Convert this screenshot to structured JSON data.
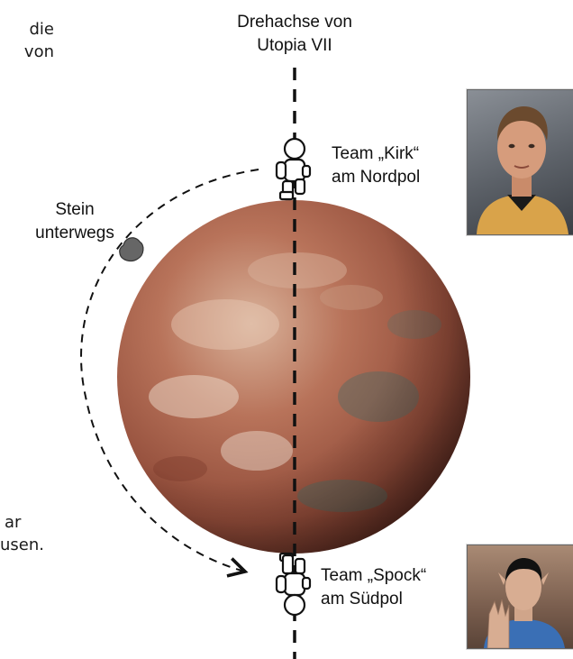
{
  "text_fragments": {
    "top_line1": "die",
    "top_line2": "von",
    "bottom_line1": "ar",
    "bottom_line2": "usen."
  },
  "axis_label": {
    "line1": "Drehachse von",
    "line2": "Utopia VII"
  },
  "stone_label": {
    "line1": "Stein",
    "line2": "unterwegs"
  },
  "team_north": {
    "line1": "Team „Kirk“",
    "line2": "am Nordpol"
  },
  "team_south": {
    "line1": "Team „Spock“",
    "line2": "am Südpol"
  },
  "colors": {
    "planet_main": "#a95f49",
    "planet_light": "#d9b29a",
    "planet_dark": "#5a2a20",
    "axis": "#111111",
    "kirk_shirt": "#d9a34a",
    "spock_shirt": "#3a6fb5"
  }
}
